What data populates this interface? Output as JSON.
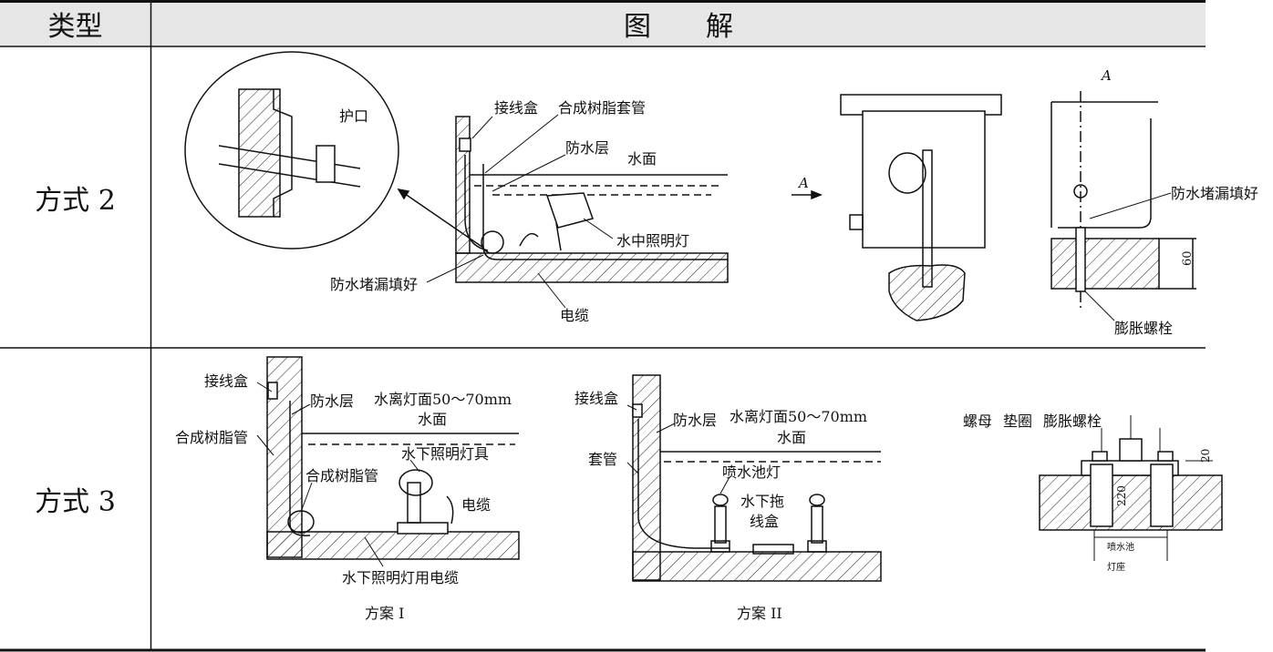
{
  "header": {
    "type_label": "类型",
    "diagram_label": "图　　解"
  },
  "rows": [
    {
      "type": "方式 2"
    },
    {
      "type": "方式 3"
    }
  ],
  "labels": {
    "hukou": "护口",
    "junction_box": "接线盒",
    "resin_sleeve": "合成树脂套管",
    "waterproof_layer": "防水层",
    "water_surface": "水面",
    "underwater_lamp": "水中照明灯",
    "seal_leak": "防水堵漏填好",
    "cable": "电缆",
    "arrow_a": "A",
    "view_a": "A",
    "seal_leak_right": "防水堵漏填好",
    "dim_60": "60",
    "expansion_bolt": "膨胀螺栓",
    "s3_junction_box": "接线盒",
    "s3_waterproof": "防水层",
    "s3_water_gap": "水离灯面50～70mm",
    "s3_water_surface": "水面",
    "s3_resin_pipe": "合成树脂管",
    "s3_resin_pipe2": "合成树脂管",
    "s3_lamp_fixture": "水下照明灯具",
    "s3_cable": "电缆",
    "s3_lamp_cable": "水下照明灯用电缆",
    "plan1": "方案 I",
    "p2_junction_box": "接线盒",
    "p2_waterproof": "防水层",
    "p2_water_gap": "水离灯面50～70mm",
    "p2_water_surface": "水面",
    "p2_sleeve": "套管",
    "p2_fountain_lamp": "喷水池灯",
    "p2_under_box1": "水下拖",
    "p2_under_box2": "线盒",
    "plan2": "方案 II",
    "nut": "螺母",
    "washer": "垫圈",
    "exp_bolt": "膨胀螺栓",
    "dim_20": "20",
    "dim_220": "220",
    "foot1": "喷水池",
    "foot2": "灯座"
  }
}
